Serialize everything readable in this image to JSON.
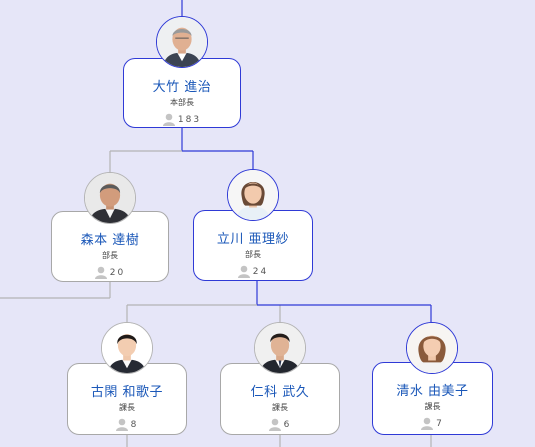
{
  "people": {
    "otake": {
      "name": "大竹 進治",
      "title": "本部長",
      "count": "183"
    },
    "morimoto": {
      "name": "森本 達樹",
      "title": "部長",
      "count": "20"
    },
    "tachikawa": {
      "name": "立川 亜理紗",
      "title": "部長",
      "count": "24"
    },
    "furukan": {
      "name": "古閑 和歌子",
      "title": "課長",
      "count": "8"
    },
    "nishina": {
      "name": "仁科 武久",
      "title": "課長",
      "count": "6"
    },
    "shimizu": {
      "name": "清水 由美子",
      "title": "課長",
      "count": "7"
    }
  },
  "colors": {
    "background": "#e6e6f8",
    "selected_border": "#2f3ad6",
    "name_text": "#1a57b8"
  },
  "icons": {
    "member_count": "person-icon"
  }
}
